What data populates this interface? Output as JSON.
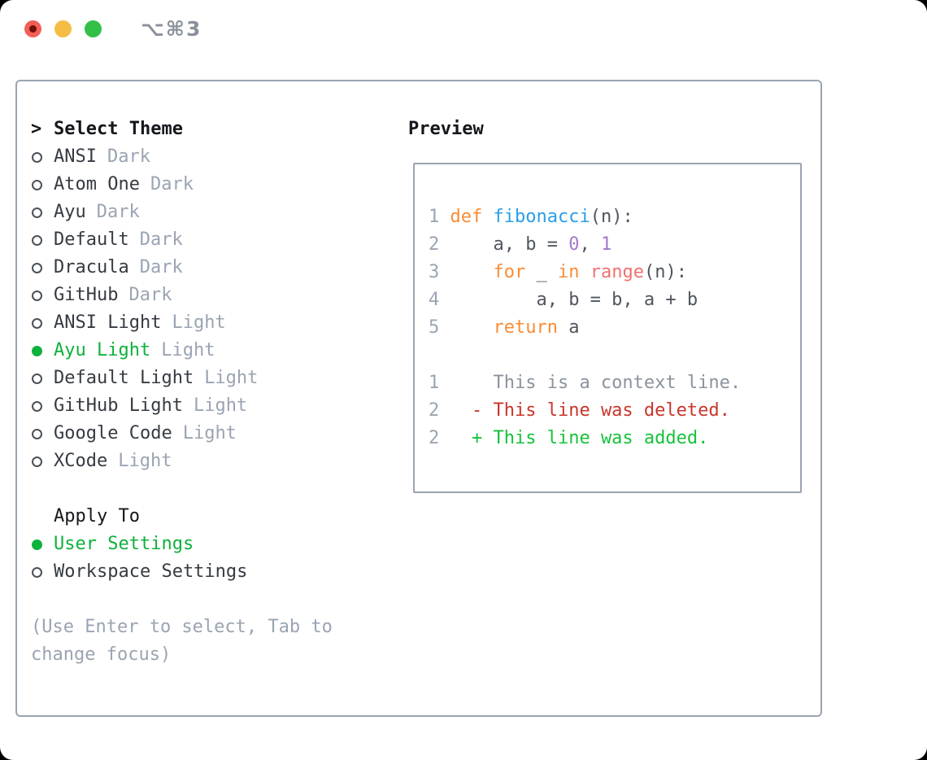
{
  "window": {
    "title": "⌥⌘3"
  },
  "titlebar_buttons": {
    "close": "close-button",
    "minimize": "minimize-button",
    "zoom": "zoom-button"
  },
  "palette": {
    "keyword": "#F98C36",
    "function": "#2B9FE6",
    "call": "#F07171",
    "number": "#A37ACC",
    "fg": "#50565E",
    "context": "#8C939D",
    "deleted": "#C8362B",
    "added": "#17C23B",
    "lineNumber": "#9AA4B2",
    "selection": "#0EB13C",
    "muted": "#9AA4B2",
    "text": "#363B42",
    "border": "#9AA4B2"
  },
  "theme_picker": {
    "header": "Select Theme",
    "items": [
      {
        "name": "ANSI",
        "variant": "Dark",
        "selected": false
      },
      {
        "name": "Atom One",
        "variant": "Dark",
        "selected": false
      },
      {
        "name": "Ayu",
        "variant": "Dark",
        "selected": false
      },
      {
        "name": "Default",
        "variant": "Dark",
        "selected": false
      },
      {
        "name": "Dracula",
        "variant": "Dark",
        "selected": false
      },
      {
        "name": "GitHub",
        "variant": "Dark",
        "selected": false
      },
      {
        "name": "ANSI Light",
        "variant": "Light",
        "selected": false
      },
      {
        "name": "Ayu Light",
        "variant": "Light",
        "selected": true
      },
      {
        "name": "Default Light",
        "variant": "Light",
        "selected": false
      },
      {
        "name": "GitHub Light",
        "variant": "Light",
        "selected": false
      },
      {
        "name": "Google Code",
        "variant": "Light",
        "selected": false
      },
      {
        "name": "XCode",
        "variant": "Light",
        "selected": false
      }
    ]
  },
  "apply_to": {
    "header": "Apply To",
    "options": [
      {
        "label": "User Settings",
        "selected": true
      },
      {
        "label": "Workspace Settings",
        "selected": false
      }
    ]
  },
  "help": "(Use Enter to select, Tab to change focus)",
  "preview": {
    "title": "Preview",
    "lines": [
      {
        "ln": "1",
        "segs": [
          {
            "t": "def",
            "c": "keyword"
          },
          {
            "t": " ",
            "c": "fg"
          },
          {
            "t": "fibonacci",
            "c": "function"
          },
          {
            "t": "(n):",
            "c": "fg"
          }
        ]
      },
      {
        "ln": "2",
        "segs": [
          {
            "t": "    a, b = ",
            "c": "fg"
          },
          {
            "t": "0",
            "c": "number"
          },
          {
            "t": ", ",
            "c": "fg"
          },
          {
            "t": "1",
            "c": "number"
          }
        ]
      },
      {
        "ln": "3",
        "segs": [
          {
            "t": "    ",
            "c": "fg"
          },
          {
            "t": "for",
            "c": "keyword"
          },
          {
            "t": " _ ",
            "c": "fg"
          },
          {
            "t": "in",
            "c": "keyword"
          },
          {
            "t": " ",
            "c": "fg"
          },
          {
            "t": "range",
            "c": "call"
          },
          {
            "t": "(n):",
            "c": "fg"
          }
        ]
      },
      {
        "ln": "4",
        "segs": [
          {
            "t": "        a, b = b, a + b",
            "c": "fg"
          }
        ]
      },
      {
        "ln": "5",
        "segs": [
          {
            "t": "    ",
            "c": "fg"
          },
          {
            "t": "return",
            "c": "keyword"
          },
          {
            "t": " a",
            "c": "fg"
          }
        ]
      },
      {
        "ln": "",
        "segs": []
      },
      {
        "ln": "1",
        "segs": [
          {
            "t": "    This is a context line.",
            "c": "context"
          }
        ]
      },
      {
        "ln": "2",
        "segs": [
          {
            "t": "  ",
            "c": "fg"
          },
          {
            "t": "- This line was deleted.",
            "c": "deleted"
          }
        ]
      },
      {
        "ln": "2",
        "segs": [
          {
            "t": "  ",
            "c": "fg"
          },
          {
            "t": "+ This line was added.",
            "c": "added"
          }
        ]
      }
    ]
  }
}
